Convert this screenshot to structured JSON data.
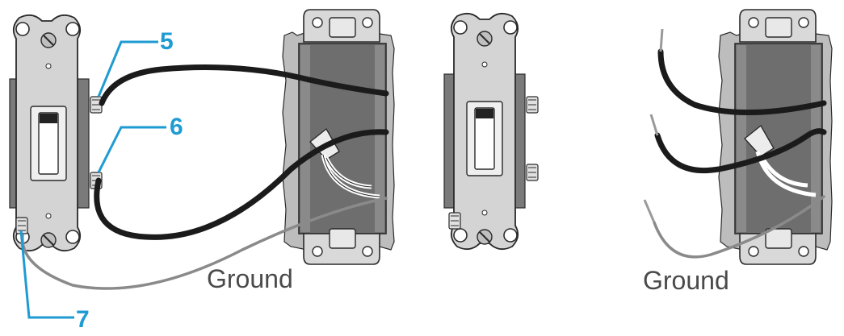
{
  "colors": {
    "callout": "#1f9bd3",
    "wire_black": "#1b1b1b",
    "wire_ground": "#8a8a8a",
    "switch_plate": "#d4d4d4",
    "switch_outline": "#2a2a2a",
    "box_dark": "#6e6e6e",
    "box_rough": "#bdbdbd",
    "switch_shadow": "#7a7a7a",
    "label_text": "#4a4a4a"
  },
  "callouts": {
    "c5": "5",
    "c6": "6",
    "c7": "7"
  },
  "labels": {
    "ground_left": "Ground",
    "ground_right": "Ground"
  }
}
